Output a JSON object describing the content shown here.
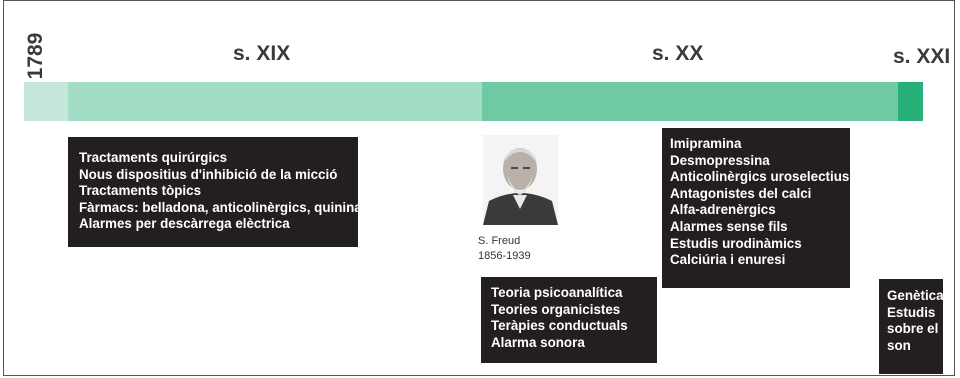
{
  "timeline": {
    "start_year": "1789",
    "periods": [
      {
        "label": "s. XIX"
      },
      {
        "label": "s. XX"
      },
      {
        "label": "s. XXI"
      }
    ],
    "bar_colors": [
      "#c6e8dc",
      "#a3ddc6",
      "#6fcaa4",
      "#27b077"
    ]
  },
  "boxes": {
    "s19": [
      "Tractaments quirúrgics",
      "Nous dispositius d'inhibició de la micció",
      "Tractaments tòpics",
      "Fàrmacs: belladona, anticolinèrgics, quinina",
      "Alarmes per descàrrega elèctrica"
    ],
    "s20_left": [
      "Teoria psicoanalítica",
      "Teories organicistes",
      "Teràpies conductuals",
      "Alarma sonora"
    ],
    "s20_right": [
      "Imipramina",
      "Desmopressina",
      "Anticolinèrgics uroselectius",
      "Antagonistes del calci",
      "Alfa-adrenèrgics",
      "Alarmes sense fils",
      "Estudis urodinàmics",
      "Calciúria i enuresi"
    ],
    "s21": [
      "Genètica",
      "Estudis",
      "sobre el",
      "son"
    ]
  },
  "portrait": {
    "name": "S. Freud",
    "years": "1856-1939"
  }
}
